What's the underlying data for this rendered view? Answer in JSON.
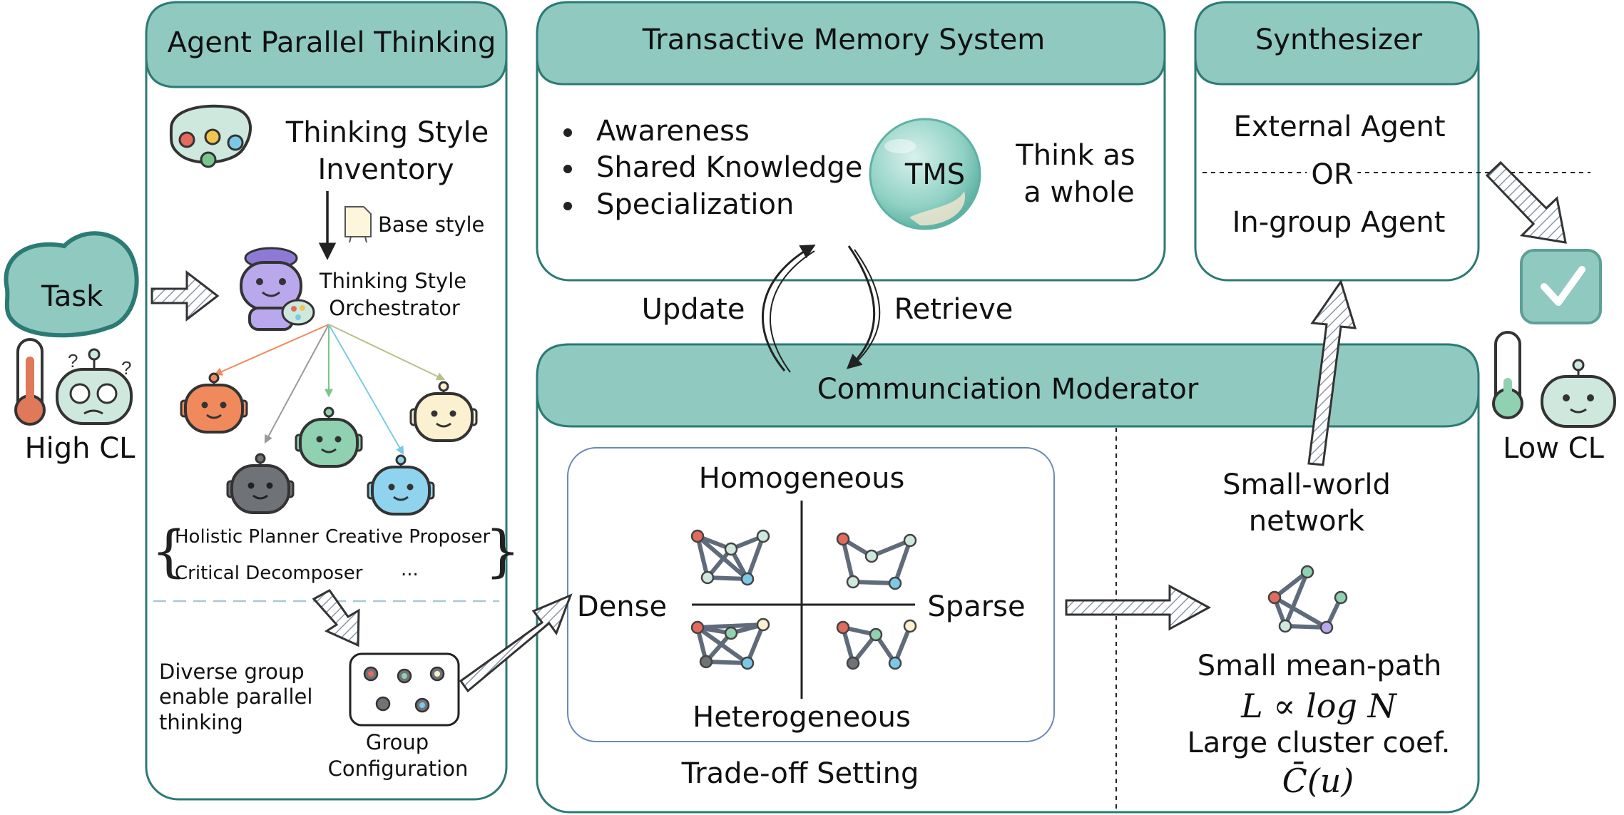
{
  "colors": {
    "teal": "#8fc9c0",
    "border": "#2c7a74",
    "ink": "#222222"
  },
  "task": {
    "label": "Task",
    "cl_label": "High CL"
  },
  "apt": {
    "title": "Agent Parallel Thinking",
    "inventory": [
      "Thinking Style",
      "Inventory"
    ],
    "base_style": "Base style",
    "orchestrator": [
      "Thinking Style",
      "Orchestrator"
    ],
    "roles": {
      "holistic": "Holistic Planner",
      "creative": "Creative Proposer",
      "critical": "Critical Decomposer",
      "more": "..."
    },
    "diverse": [
      "Diverse group",
      "enable parallel",
      "thinking"
    ],
    "group_config": [
      "Group",
      "Configuration"
    ]
  },
  "tms": {
    "title": "Transactive Memory System",
    "bullets": [
      "Awareness",
      "Shared Knowledge",
      "Specialization"
    ],
    "sphere": "TMS",
    "think": [
      "Think as",
      "a whole"
    ]
  },
  "synth": {
    "title": "Synthesizer",
    "external": "External Agent",
    "or": "OR",
    "ingroup": "In-group Agent"
  },
  "flow": {
    "update": "Update",
    "retrieve": "Retrieve"
  },
  "cm": {
    "title": "Communciation Moderator",
    "homogeneous": "Homogeneous",
    "heterogeneous": "Heterogeneous",
    "dense": "Dense",
    "sparse": "Sparse",
    "tradeoff": "Trade-off Setting",
    "smallworld": [
      "Small-world",
      "network"
    ],
    "meanpath": "Small mean-path",
    "formula": "L ∝ log N",
    "cluster": "Large cluster coef.",
    "cu": "C̄(u)"
  },
  "result": {
    "cl_label": "Low CL"
  }
}
